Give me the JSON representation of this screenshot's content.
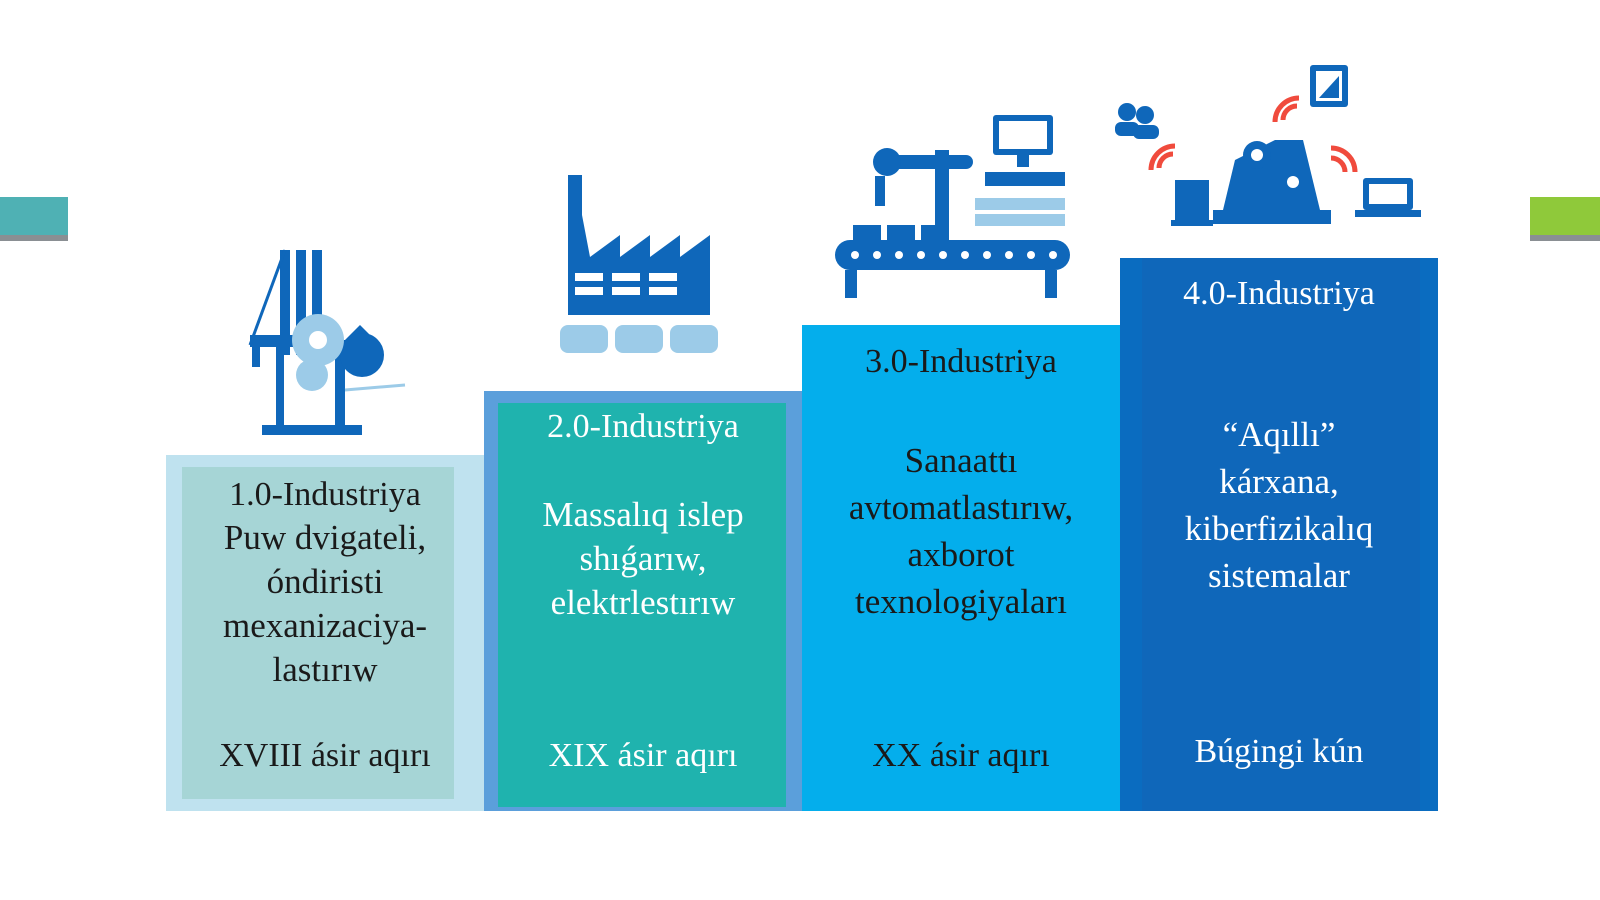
{
  "colors": {
    "accent_left": "#4fb1b4",
    "accent_right": "#8fc93a",
    "icon_blue": "#0f67ba",
    "step1": "#a6d5d6",
    "step2": "#1fb3ae",
    "step3": "#04aeec",
    "step4": "#0f67ba"
  },
  "steps": [
    {
      "title": "1.0-Industriya",
      "lines": [
        "Puw dvigateli,",
        "óndiristi",
        "mexanizaciya-",
        "lastırıw"
      ],
      "era": "XVIII ásir aqırı",
      "icon": "steam-engine-icon"
    },
    {
      "title": "2.0-Industriya",
      "lines": [
        "Massalıq islep",
        "shıǵarıw,",
        "elektrlestırıw"
      ],
      "era": "XIX ásir aqırı",
      "icon": "factory-icon"
    },
    {
      "title": "3.0-Industriya",
      "lines": [
        "Sanaattı",
        "avtomatlastırıw,",
        "axborot",
        "texnologiyaları"
      ],
      "era": "XX ásir aqırı",
      "icon": "robot-arm-conveyor-icon"
    },
    {
      "title": "4.0-Industriya",
      "lines": [
        "“Aqıllı”",
        "kárxana,",
        "kiberfizikalıq",
        "sistemalar"
      ],
      "era": "Búgingi kún",
      "icon": "smart-factory-icon"
    }
  ]
}
